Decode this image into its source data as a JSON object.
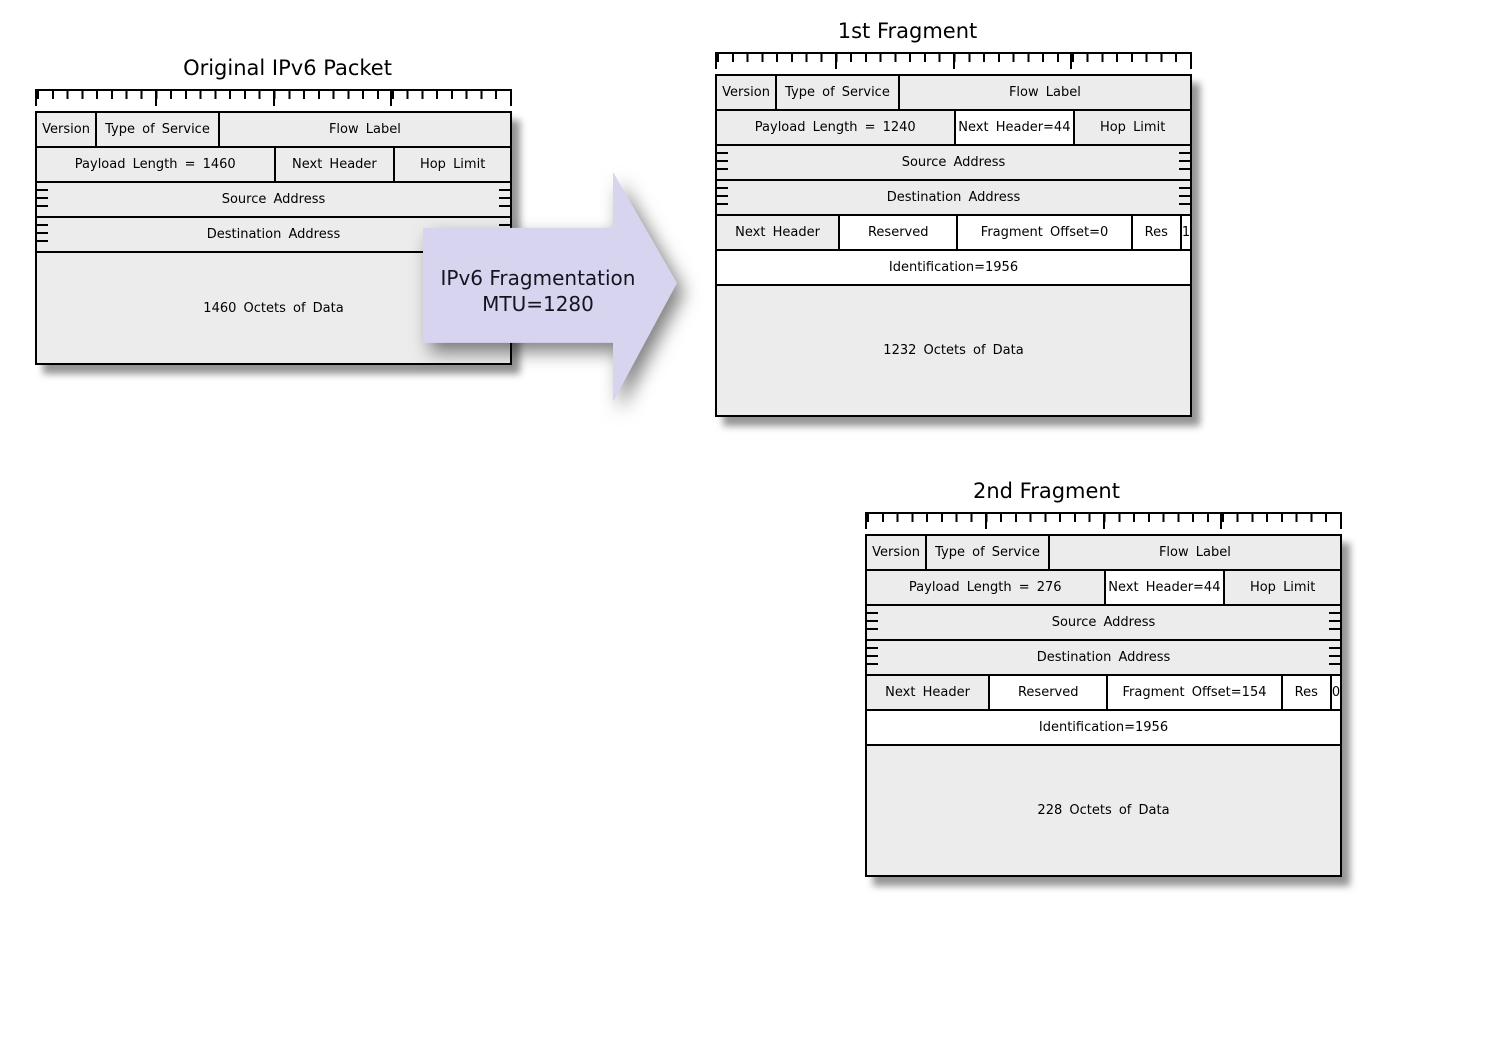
{
  "colors": {
    "cell_gray": "#ececec",
    "cell_white": "#ffffff",
    "border": "#000000",
    "arrow_fill": "#d7d4f0"
  },
  "arrow": {
    "line1": "IPv6 Fragmentation",
    "line2": "MTU=1280"
  },
  "original_packet": {
    "title": "Original IPv6 Packet",
    "fields": {
      "version": "Version",
      "type_of_service": "Type of Service",
      "flow_label": "Flow Label",
      "payload_length": "Payload Length = 1460",
      "next_header": "Next Header",
      "hop_limit": "Hop Limit",
      "source_address": "Source Address",
      "destination_address": "Destination Address",
      "data": "1460 Octets of Data"
    }
  },
  "fragment1": {
    "title": "1st Fragment",
    "fields": {
      "version": "Version",
      "type_of_service": "Type of Service",
      "flow_label": "Flow Label",
      "payload_length": "Payload Length = 1240",
      "next_header": "Next Header=44",
      "hop_limit": "Hop Limit",
      "source_address": "Source Address",
      "destination_address": "Destination Address",
      "fh_next_header": "Next Header",
      "fh_reserved": "Reserved",
      "fh_fragment_offset": "Fragment Offset=0",
      "fh_res": "Res",
      "fh_m_flag": "1",
      "identification": "Identification=1956",
      "data": "1232 Octets of Data"
    }
  },
  "fragment2": {
    "title": "2nd Fragment",
    "fields": {
      "version": "Version",
      "type_of_service": "Type of Service",
      "flow_label": "Flow Label",
      "payload_length": "Payload Length = 276",
      "next_header": "Next Header=44",
      "hop_limit": "Hop Limit",
      "source_address": "Source Address",
      "destination_address": "Destination Address",
      "fh_next_header": "Next Header",
      "fh_reserved": "Reserved",
      "fh_fragment_offset": "Fragment Offset=154",
      "fh_res": "Res",
      "fh_m_flag": "0",
      "identification": "Identification=1956",
      "data": "228 Octets of Data"
    }
  }
}
